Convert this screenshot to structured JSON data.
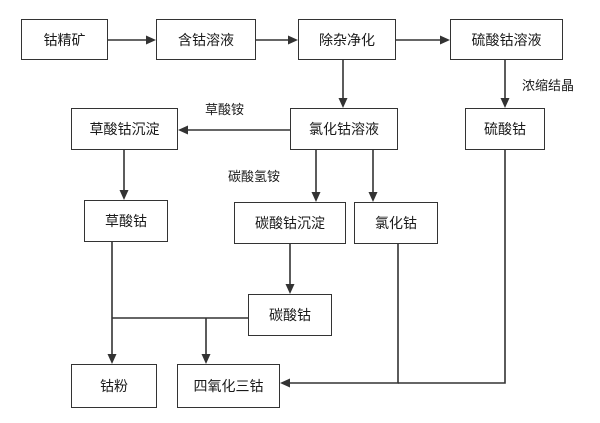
{
  "nodes": {
    "cobalt_concentrate": "钴精矿",
    "cobalt_solution": "含钴溶液",
    "purification": "除杂净化",
    "cobalt_sulfate_solution": "硫酸钴溶液",
    "cobalt_sulfate": "硫酸钴",
    "cobalt_oxalate_precipitate": "草酸钴沉淀",
    "cobalt_chloride_solution": "氯化钴溶液",
    "cobalt_oxalate": "草酸钴",
    "cobalt_carbonate_precipitate": "碳酸钴沉淀",
    "cobalt_chloride": "氯化钴",
    "cobalt_carbonate": "碳酸钴",
    "cobalt_powder": "钴粉",
    "cobalt_oxide": "四氧化三钴"
  },
  "edge_labels": {
    "concentrate_crystallize": "浓缩结晶",
    "ammonium_oxalate": "草酸铵",
    "ammonium_bicarbonate": "碳酸氢铵"
  }
}
